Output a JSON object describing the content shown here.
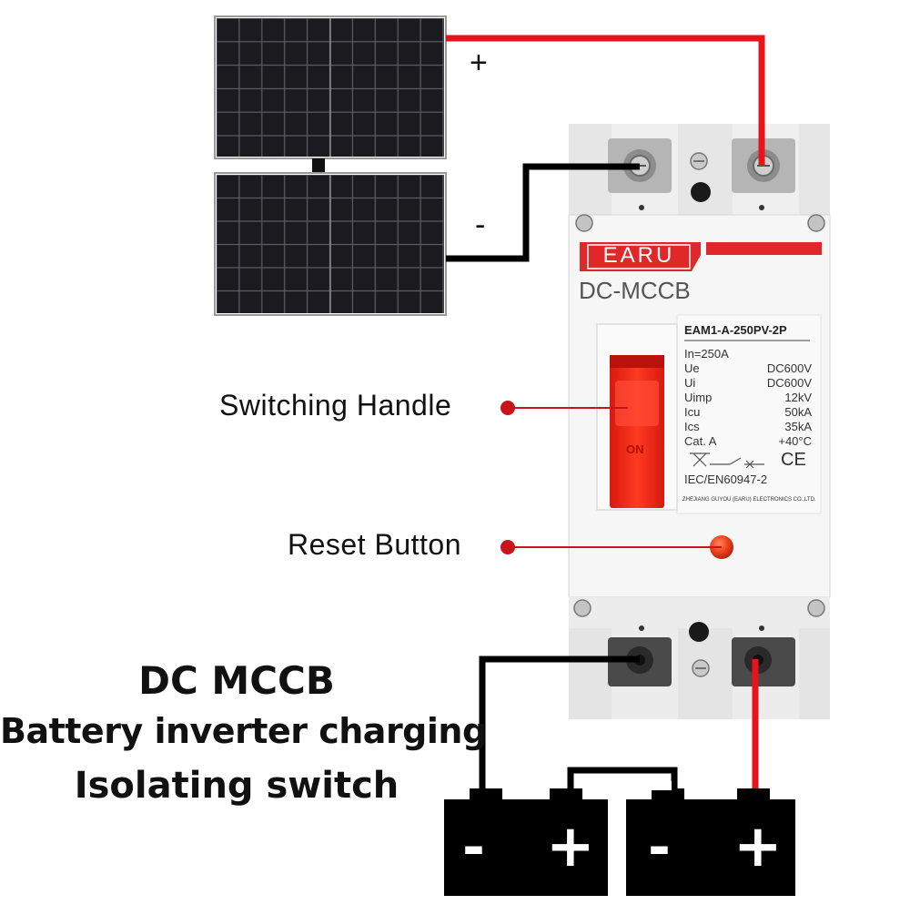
{
  "panel_labels": {
    "positive": "+",
    "negative": "-"
  },
  "breaker": {
    "brand": "EARU",
    "type_label": "DC-MCCB",
    "model": "EAM1-A-250PV-2P",
    "rated_current": "In=250A",
    "specs": [
      {
        "key": "Ue",
        "value": "DC600V"
      },
      {
        "key": "Ui",
        "value": "DC600V"
      },
      {
        "key": "Uimp",
        "value": "12kV"
      },
      {
        "key": "Icu",
        "value": "50kA"
      },
      {
        "key": "Ics",
        "value": "35kA"
      },
      {
        "key": "Cat. A",
        "value": "+40°C"
      }
    ],
    "ce_mark": "CE",
    "standard": "IEC/EN60947-2",
    "manufacturer": "ZHEJIANG GUYOU (EARU) ELECTRONICS CO.,LTD.",
    "handle_text": "ON"
  },
  "callouts": {
    "switching_handle": "Switching Handle",
    "reset_button": "Reset Button"
  },
  "caption": {
    "line1": "DC MCCB",
    "line2": "Battery inverter charging",
    "line3": "Isolating switch"
  },
  "batteries": [
    {
      "negative": "-",
      "positive": "+"
    },
    {
      "negative": "-",
      "positive": "+"
    }
  ],
  "colors": {
    "brand_red": "#e0282a",
    "wire_red": "#e8141b",
    "wire_black": "#000000",
    "breaker_body": "#f1f1f1",
    "callout_dot": "#c8141b"
  }
}
